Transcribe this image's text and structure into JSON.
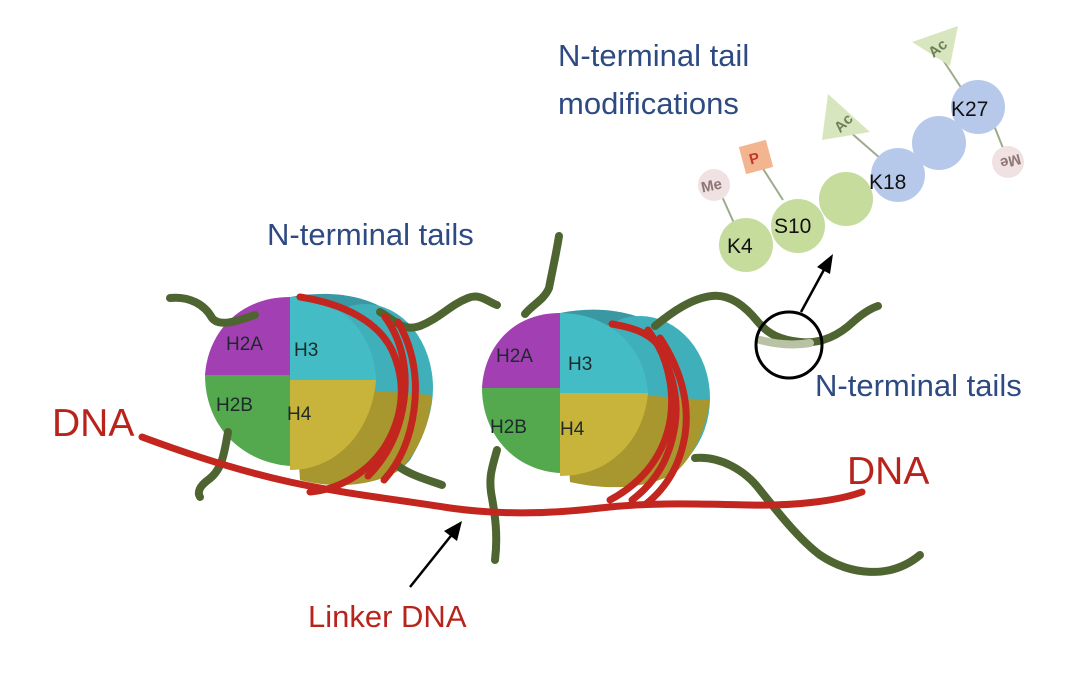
{
  "labels": {
    "modifications_line1": "N-terminal tail",
    "modifications_line2": "modifications",
    "tails_top": "N-terminal tails",
    "tails_right": "N-terminal tails",
    "dna_left": "DNA",
    "dna_right": "DNA",
    "linker_dna": "Linker DNA"
  },
  "nucleosome_left": {
    "h2a": "H2A",
    "h3": "H3",
    "h2b": "H2B",
    "h4": "H4"
  },
  "nucleosome_right": {
    "h2a": "H2A",
    "h3": "H3",
    "h2b": "H2B",
    "h4": "H4"
  },
  "residues": {
    "k4": "K4",
    "s10": "S10",
    "k18": "K18",
    "k27": "K27"
  },
  "modification_tags": {
    "me_k4": "Me",
    "p_s10": "P",
    "ac_k18": "Ac",
    "ac_k27": "Ac",
    "me_k27": "Me"
  },
  "colors": {
    "h2a": "#a23fb3",
    "h3": "#44bcc6",
    "h2b": "#54a94f",
    "h4": "#c8b43a",
    "dna": "#c2261e",
    "tail": "#4f6531",
    "label_blue": "#2e4a82",
    "label_red": "#b8241c",
    "residue_green": "#c6dc9c",
    "residue_blue": "#b7c9ea"
  }
}
